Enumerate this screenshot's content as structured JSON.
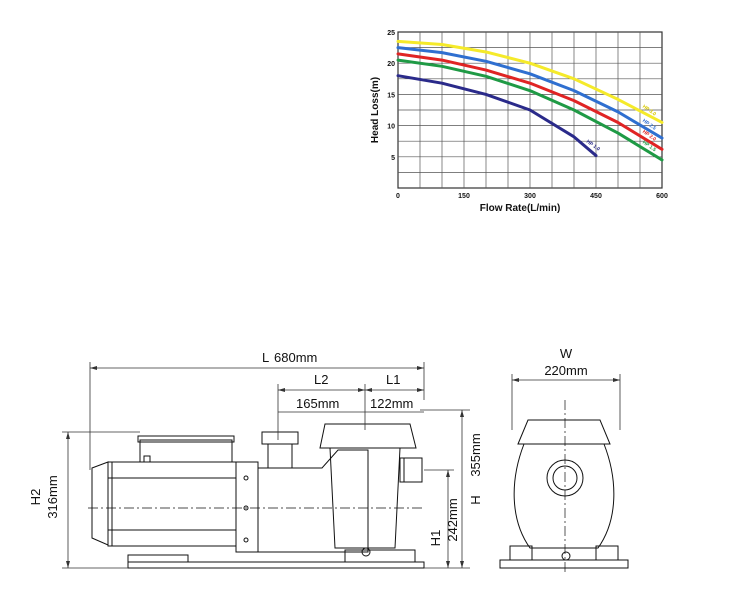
{
  "chart_data": {
    "type": "line",
    "xlabel": "Flow Rate(L/min)",
    "ylabel": "Head Loss(m)",
    "xlim": [
      0,
      600
    ],
    "ylim": [
      0,
      25
    ],
    "xticks": [
      "0",
      "150",
      "300",
      "450",
      "600"
    ],
    "yticks": [
      "5",
      "10",
      "15",
      "20",
      "25"
    ],
    "grid": true,
    "series": [
      {
        "name": "HP 3.0",
        "color": "#f5ea2a",
        "x": [
          0,
          100,
          200,
          300,
          400,
          500,
          600
        ],
        "y": [
          23.5,
          23,
          21.8,
          20,
          17.5,
          14.2,
          10.5
        ]
      },
      {
        "name": "HP 2.5",
        "color": "#2f6fd0",
        "x": [
          0,
          100,
          200,
          300,
          400,
          500,
          600
        ],
        "y": [
          22.5,
          21.7,
          20.3,
          18.3,
          15.6,
          12.2,
          8
        ]
      },
      {
        "name": "HP 2.0",
        "color": "#e02424",
        "x": [
          0,
          100,
          200,
          300,
          400,
          500,
          600
        ],
        "y": [
          21.5,
          20.5,
          18.9,
          16.8,
          14,
          10.5,
          6.2
        ]
      },
      {
        "name": "HP 1.5",
        "color": "#1f9a45",
        "x": [
          0,
          100,
          200,
          300,
          400,
          500,
          600
        ],
        "y": [
          20.5,
          19.5,
          17.9,
          15.6,
          12.5,
          8.8,
          4.5
        ]
      },
      {
        "name": "HP 1.0",
        "color": "#2a2a8a",
        "x": [
          0,
          100,
          200,
          300,
          400,
          450
        ],
        "y": [
          18,
          16.8,
          15,
          12.5,
          8.2,
          5.2
        ]
      }
    ]
  },
  "drawing": {
    "dimensions": {
      "L": {
        "label": "L",
        "value": "680mm"
      },
      "L2": {
        "label": "L2",
        "value": "165mm"
      },
      "L1": {
        "label": "L1",
        "value": "122mm"
      },
      "W": {
        "label": "W",
        "value": "220mm"
      },
      "H": {
        "label": "H",
        "value": "355mm"
      },
      "H1": {
        "label": "H1",
        "value": "242mm"
      },
      "H2": {
        "label": "H2",
        "value": "316mm"
      }
    }
  }
}
